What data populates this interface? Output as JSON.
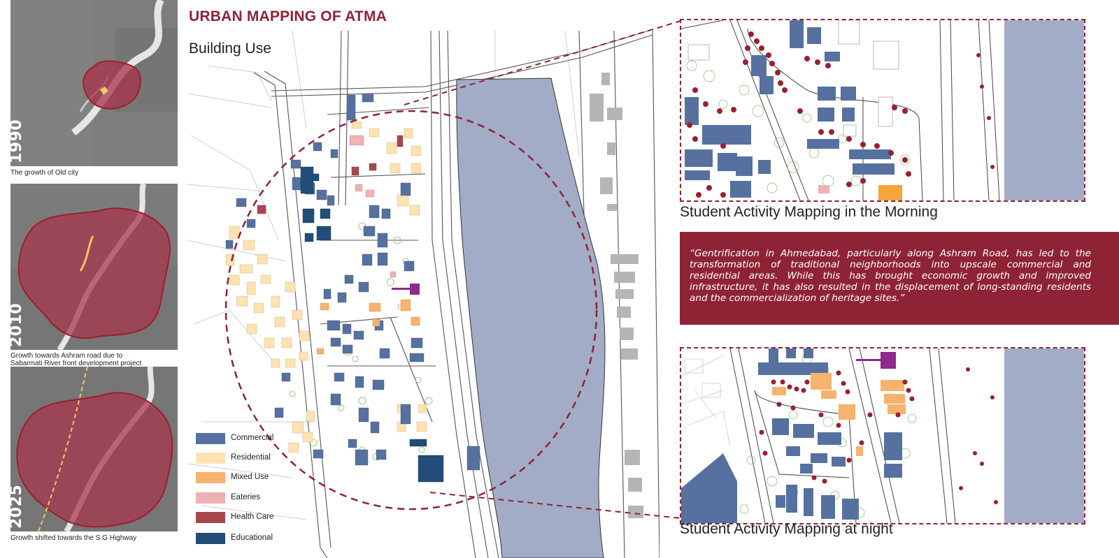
{
  "header": {
    "title": "URBAN MAPPING OF ATMA",
    "subtitle": "Building Use"
  },
  "timeline": [
    {
      "year": "1990",
      "caption": "The growth of Old city"
    },
    {
      "year": "2010",
      "caption": "Growth towards Ashram road due to\nSabarmati River front development project"
    },
    {
      "year": "2025",
      "caption": "Growth shifted towards the S.G Highway"
    }
  ],
  "legend": [
    {
      "label": "Commercial",
      "color": "#5671a0"
    },
    {
      "label": "Residential",
      "color": "#fde2b2"
    },
    {
      "label": "Mixed Use",
      "color": "#f7b26d"
    },
    {
      "label": "Eateries",
      "color": "#eeb1b4"
    },
    {
      "label": "Health Care",
      "color": "#a8464e"
    },
    {
      "label": "Educational",
      "color": "#214d78"
    }
  ],
  "insets": {
    "morning_caption": "Student Activity Mapping in the Morning",
    "night_caption": "Student Activity Mapping at night"
  },
  "quote": "“Gentrification in Ahmedabad, particularly along Ashram Road, has led to the transformation of traditional neighborhoods into upscale commercial and residential areas. While this has brought economic growth and improved infrastructure, it has also resulted in the displacement of long-standing residents and the commercialization of heritage sites.”",
  "colors": {
    "accent": "#8e2335",
    "river": "#a3acc7",
    "commercial": "#5671a0",
    "residential": "#fde2b2",
    "mixed_use": "#f7b26d",
    "eateries": "#eeb1b4",
    "health_care": "#a8464e",
    "educational": "#214d78",
    "institutional": "#8e2a8c",
    "greenery": "#7fbf6a",
    "activity_dots": "#9b1f2f"
  }
}
